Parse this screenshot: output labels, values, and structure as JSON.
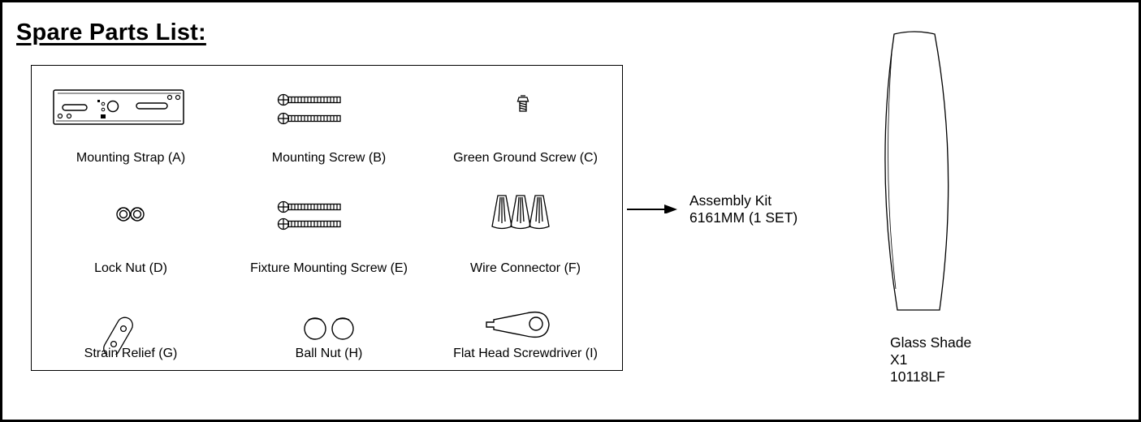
{
  "title": "Spare Parts List:",
  "parts": [
    {
      "label": "Mounting Strap (A)",
      "icon": "mounting-strap-icon"
    },
    {
      "label": "Mounting Screw (B)",
      "icon": "mounting-screw-icon"
    },
    {
      "label": "Green Ground Screw (C)",
      "icon": "ground-screw-icon"
    },
    {
      "label": "Lock Nut (D)",
      "icon": "lock-nut-icon"
    },
    {
      "label": "Fixture Mounting  Screw (E)",
      "icon": "fixture-screw-icon"
    },
    {
      "label": "Wire Connector (F)",
      "icon": "wire-connector-icon"
    },
    {
      "label": "Strain Relief (G)",
      "icon": "strain-relief-icon"
    },
    {
      "label": "Ball Nut (H)",
      "icon": "ball-nut-icon"
    },
    {
      "label": "Flat Head Screwdriver (I)",
      "icon": "screwdriver-icon"
    }
  ],
  "assembly_kit": {
    "name": "Assembly Kit",
    "code": "6161MM (1 SET)"
  },
  "glass_shade": {
    "name": "Glass Shade",
    "qty": "X1",
    "code": "10118LF"
  }
}
